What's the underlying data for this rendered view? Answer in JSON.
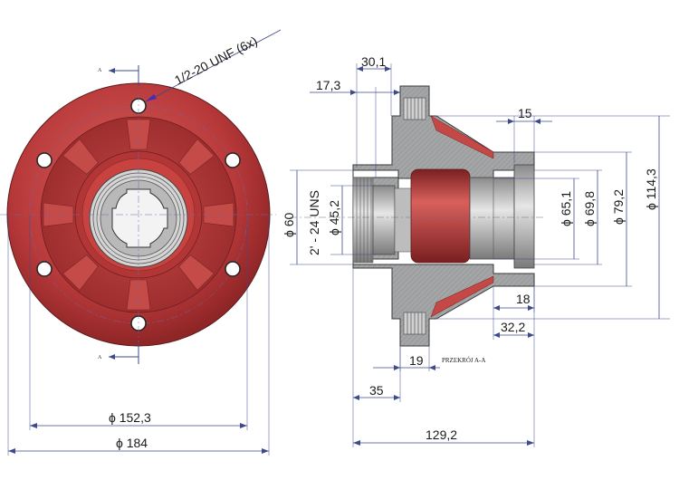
{
  "labels": {
    "thread_spec": "1/2-20 UNF  (6x)",
    "section_marker_top": "A",
    "section_marker_bottom": "A",
    "section_caption": "PRZEKRÓJ A-A",
    "dim_30_1": "30,1",
    "dim_17_3": "17,3",
    "dim_15": "15",
    "dim_18": "18",
    "dim_32_2": "32,2",
    "dim_19": "19",
    "dim_35": "35",
    "dim_129_2": "129,2",
    "dim_phi_60": "ϕ 60",
    "dim_2_24_uns": "2' - 24 UNS",
    "dim_phi_45_2": "ϕ 45,2",
    "dim_phi_65_1": "ϕ 65,1",
    "dim_phi_69_8": "ϕ 69,8",
    "dim_phi_79_2": "ϕ 79,2",
    "dim_phi_114_3": "ϕ 114,3",
    "dim_phi_152_3": "ϕ  152,3",
    "dim_phi_184": "ϕ  184"
  },
  "colors": {
    "hub_red": "#b8393a",
    "hub_red_dark": "#8e2526",
    "hub_red_light": "#d65a58",
    "section_gray": "#9a9c9e",
    "bearing_gray": "#c8c8c8",
    "dimension_blue": "#3e4a8a"
  }
}
